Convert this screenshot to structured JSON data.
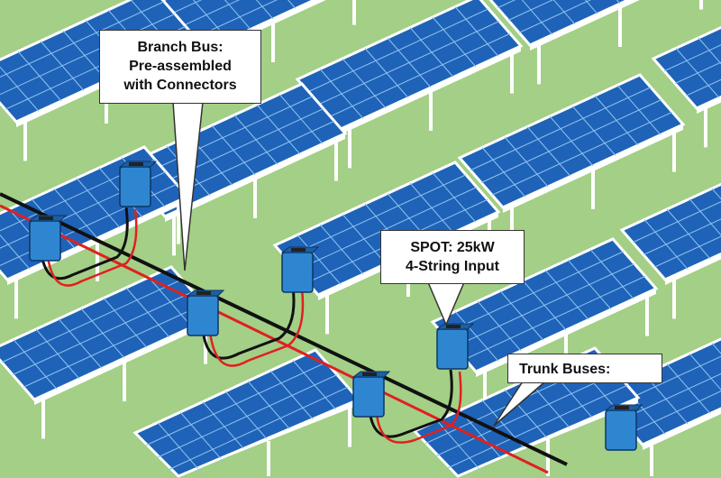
{
  "colors": {
    "ground": "#a3cf86",
    "panel": "#1f63b8",
    "panel_cell": "#2e7fd6",
    "frame": "#ffffff",
    "box": "#2f86d0",
    "dc_cable": "#e02020",
    "trunk_cable": "#111111"
  },
  "callouts": {
    "branch_bus": {
      "line1": "Branch Bus:",
      "line2": "Pre-assembled",
      "line3": "with Connectors"
    },
    "spot": {
      "line1": "SPOT: 25kW",
      "line2": "4-String Input"
    },
    "trunk": {
      "line1": "Trunk Buses:"
    }
  }
}
